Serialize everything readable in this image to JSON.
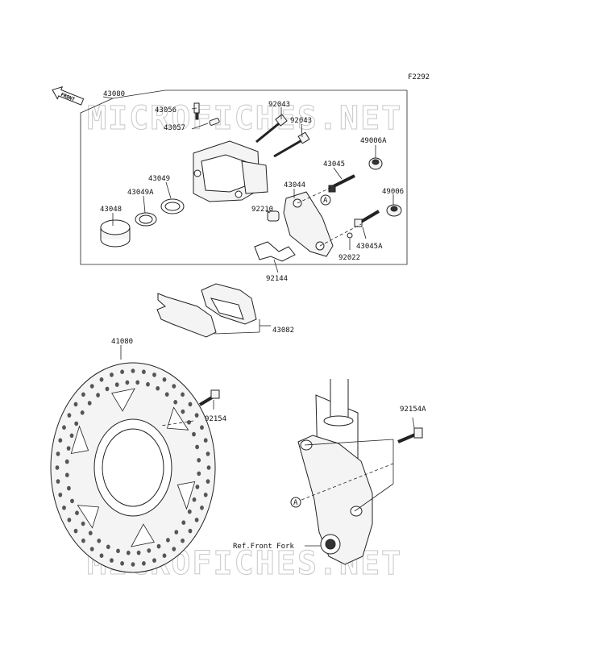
{
  "figure_code": "F2292",
  "front_arrow_label": "FRONT",
  "watermark": "MICROFICHES.NET",
  "ref_marker": "A",
  "parts": [
    {
      "id": "43080",
      "label": "43080"
    },
    {
      "id": "43056",
      "label": "43056"
    },
    {
      "id": "43057",
      "label": "43057"
    },
    {
      "id": "92043a",
      "label": "92043"
    },
    {
      "id": "92043b",
      "label": "92043"
    },
    {
      "id": "49006A",
      "label": "49006A"
    },
    {
      "id": "43045",
      "label": "43045"
    },
    {
      "id": "43049",
      "label": "43049"
    },
    {
      "id": "43049A",
      "label": "43049A"
    },
    {
      "id": "43044",
      "label": "43044"
    },
    {
      "id": "49006",
      "label": "49006"
    },
    {
      "id": "43048",
      "label": "43048"
    },
    {
      "id": "92210",
      "label": "92210"
    },
    {
      "id": "43045A",
      "label": "43045A"
    },
    {
      "id": "92022",
      "label": "92022"
    },
    {
      "id": "92144",
      "label": "92144"
    },
    {
      "id": "43082",
      "label": "43082"
    },
    {
      "id": "41080",
      "label": "41080"
    },
    {
      "id": "92154",
      "label": "92154"
    },
    {
      "id": "92154A",
      "label": "92154A"
    }
  ],
  "ref_front_fork": "Ref.Front Fork"
}
